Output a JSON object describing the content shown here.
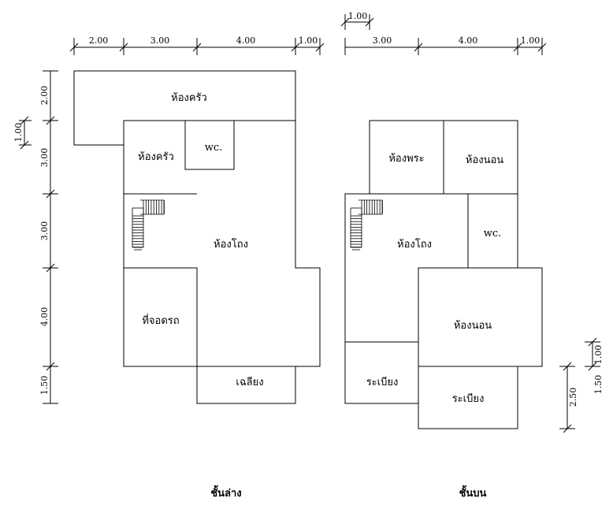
{
  "ground_floor": {
    "caption": "ชั้นล่าง",
    "rooms": {
      "kitchen_outer": "ห้องครัว",
      "kitchen_inner": "ห้องครัว",
      "wc": "wc.",
      "hall": "ห้องโถง",
      "carport": "ที่จอดรถ",
      "porch": "เฉลียง"
    },
    "dims_top": [
      "2.00",
      "3.00",
      "4.00",
      "1.00"
    ],
    "dims_left": [
      "2.00",
      "3.00",
      "3.00",
      "4.00",
      "1.50"
    ],
    "dim_small_left": "1.00"
  },
  "upper_floor": {
    "caption": "ชั้นบน",
    "rooms": {
      "shrine": "ห้องพระ",
      "bedroom_top": "ห้องนอน",
      "hall": "ห้องโถง",
      "wc": "wc.",
      "bedroom_main": "ห้องนอน",
      "balcony_left": "ระเบียง",
      "balcony_bottom": "ระเบียง"
    },
    "dim_top_small": "1.00",
    "dims_top": [
      "3.00",
      "4.00",
      "1.00"
    ],
    "dims_right": [
      "1.00",
      "1.50",
      "2.50"
    ]
  }
}
